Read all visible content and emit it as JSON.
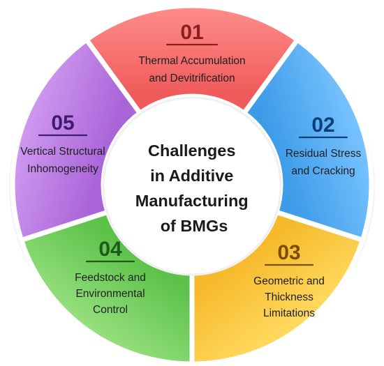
{
  "center": {
    "title_lines": [
      "Challenges",
      "in Additive",
      "Manufacturing",
      "of BMGs"
    ]
  },
  "segments": [
    {
      "number": "01",
      "lines": [
        "Thermal Accumulation",
        "and Devitrification"
      ],
      "color": "#ef5a5a",
      "color_light": "#ff8d8a",
      "number_color": "#8c1f24"
    },
    {
      "number": "02",
      "lines": [
        "Residual Stress",
        "and Cracking"
      ],
      "color": "#3d9be8",
      "color_light": "#79c4ff",
      "number_color": "#0d3f7a"
    },
    {
      "number": "03",
      "lines": [
        "Geometric and",
        "Thickness",
        "Limitations"
      ],
      "color": "#f6b92a",
      "color_light": "#ffdb62",
      "number_color": "#7a4d06"
    },
    {
      "number": "04",
      "lines": [
        "Feedstock and",
        "Environmental",
        "Control"
      ],
      "color": "#5cc24a",
      "color_light": "#98e07f",
      "number_color": "#1f5a1a"
    },
    {
      "number": "05",
      "lines": [
        "Vertical Structural",
        "Inhomogeneity"
      ],
      "color": "#a964d8",
      "color_light": "#cf9af0",
      "number_color": "#3e1c6e"
    }
  ]
}
